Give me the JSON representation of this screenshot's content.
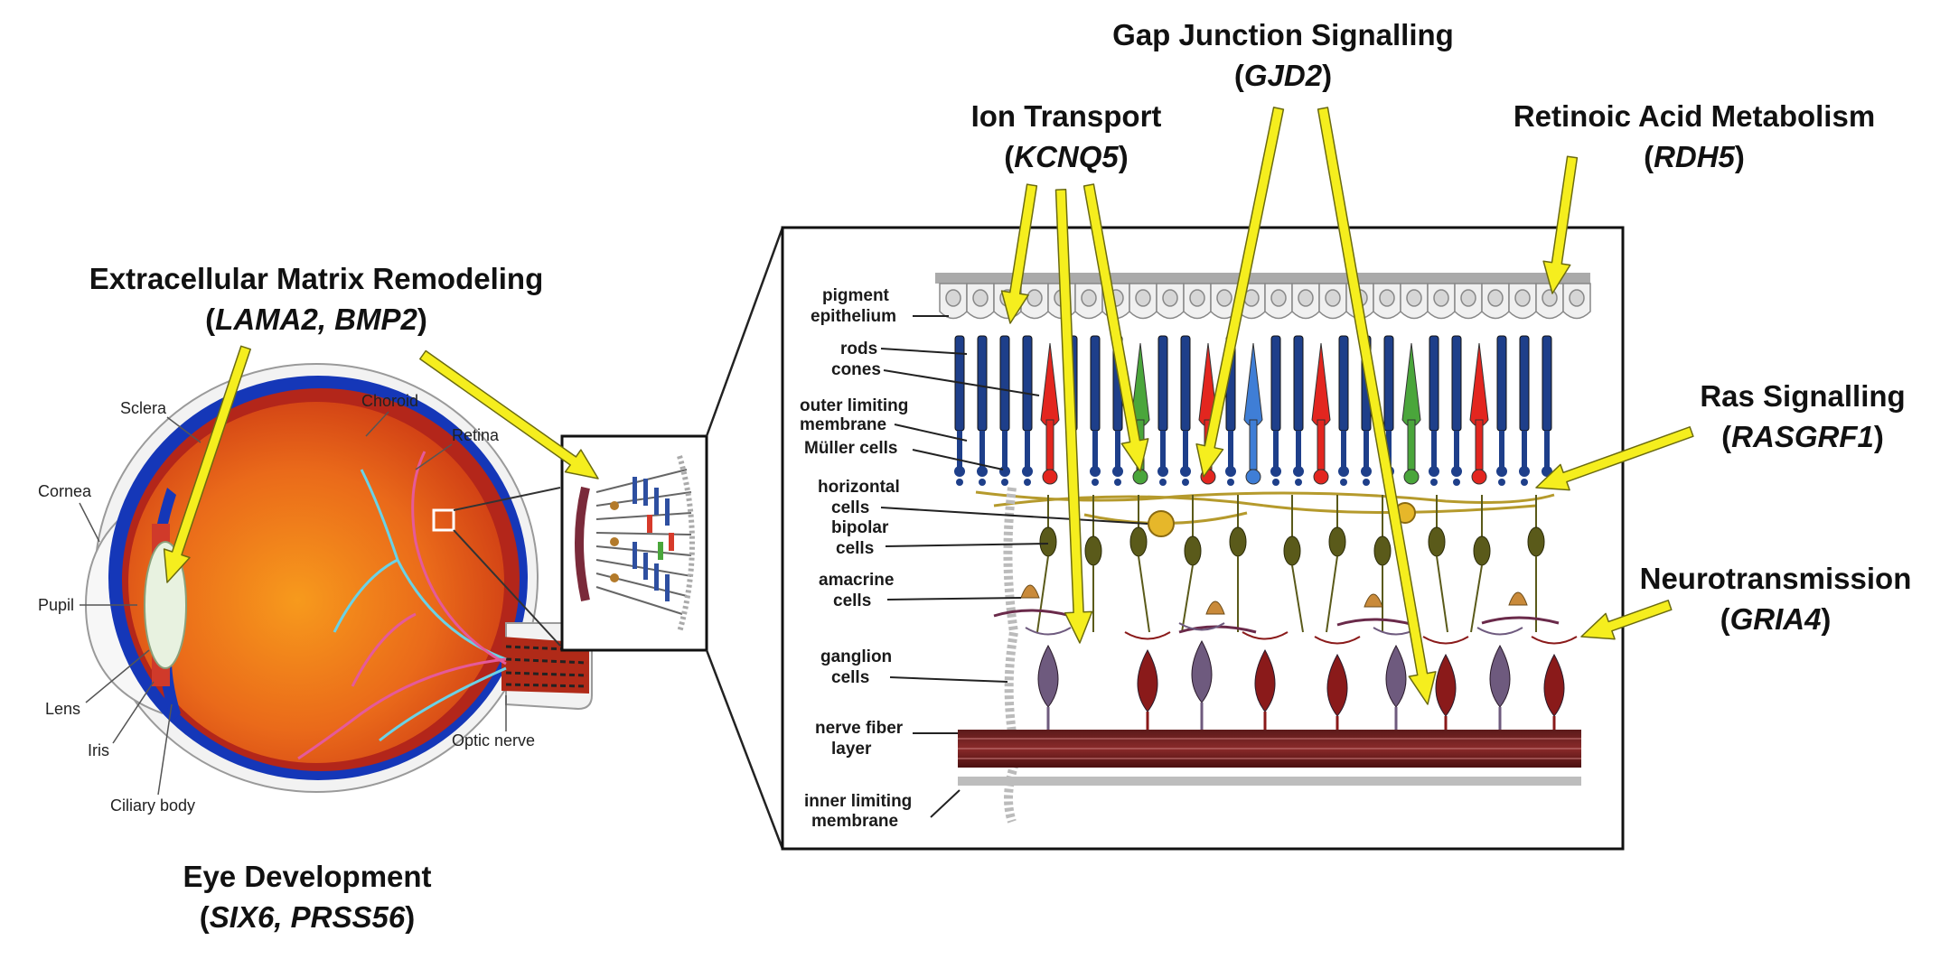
{
  "callouts": [
    {
      "id": "ecm",
      "title": "Extracellular Matrix Remodeling",
      "genes": "LAMA2, BMP2"
    },
    {
      "id": "ion",
      "title": "Ion Transport",
      "genes": "KCNQ5"
    },
    {
      "id": "gap",
      "title": "Gap Junction Signalling",
      "genes": "GJD2"
    },
    {
      "id": "ra",
      "title": "Retinoic Acid Metabolism",
      "genes": "RDH5"
    },
    {
      "id": "ras",
      "title": "Ras Signalling",
      "genes": "RASGRF1"
    },
    {
      "id": "neuro",
      "title": "Neurotransmission",
      "genes": "GRIA4"
    },
    {
      "id": "eyedev",
      "title": "Eye Development",
      "genes": "SIX6, PRSS56"
    }
  ],
  "eye_labels": {
    "sclera": "Sclera",
    "choroid": "Choroid",
    "retina": "Retina",
    "cornea": "Cornea",
    "pupil": "Pupil",
    "lens": "Lens",
    "iris": "Iris",
    "ciliary": "Ciliary body",
    "optic": "Optic nerve"
  },
  "retina_labels": {
    "pigment1": "pigment",
    "pigment2": "epithelium",
    "rods": "rods",
    "cones": "cones",
    "olm1": "outer limiting",
    "olm2": "membrane",
    "muller": "Müller cells",
    "horiz1": "horizontal",
    "horiz2": "cells",
    "bipolar1": "bipolar",
    "bipolar2": "cells",
    "amacrine1": "amacrine",
    "amacrine2": "cells",
    "ganglion1": "ganglion",
    "ganglion2": "cells",
    "nfl1": "nerve fiber",
    "nfl2": "layer",
    "ilm1": "inner limiting",
    "ilm2": "membrane"
  },
  "colors": {
    "arrow": "#f5ee1e",
    "arrow_stroke": "#6b6b10",
    "rod": "#1e3f8a",
    "cone_red": "#e3261f",
    "cone_green": "#4aa63b",
    "cone_blue": "#3f7ed6",
    "eye_orange": "#e7621a",
    "sclera_blue": "#1537b8"
  }
}
